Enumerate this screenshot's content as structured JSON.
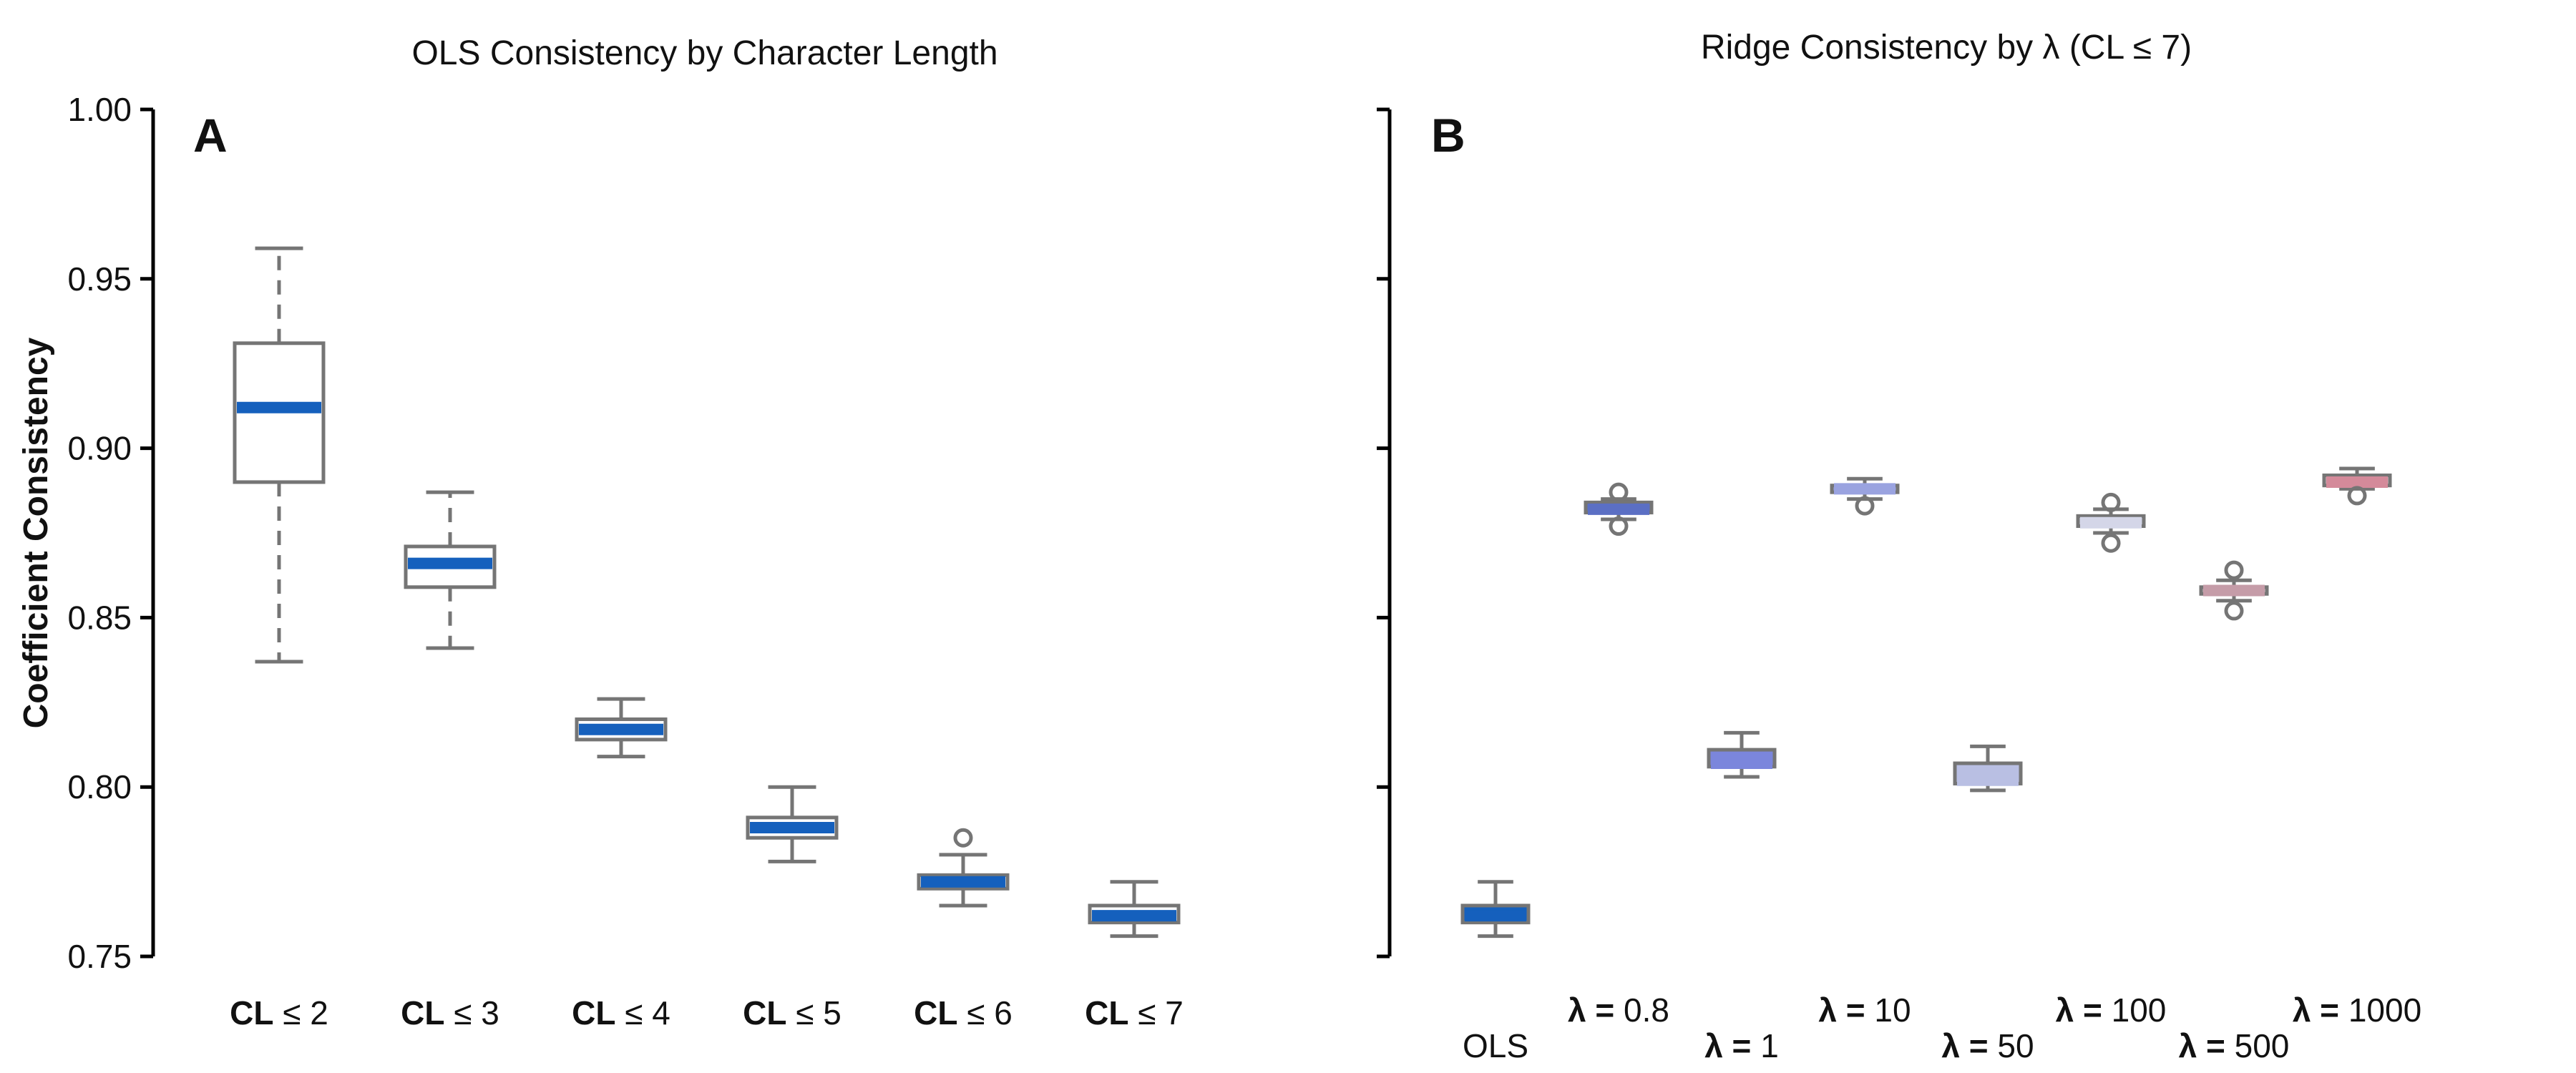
{
  "chart_data": [
    {
      "panel": "A",
      "type": "box",
      "title": "OLS Consistency by Character Length",
      "xlabel": "",
      "ylabel": "Coefficient Consistency",
      "ylim": [
        0.75,
        1.0
      ],
      "yticks": [
        "0.75",
        "0.80",
        "0.85",
        "0.90",
        "0.95",
        "1.00"
      ],
      "colors": {
        "median": "#1560bd",
        "box_edge": "#757575",
        "box_fill": "#ffffff"
      },
      "categories": [
        {
          "bold": "CL",
          "rest": " ≤  2"
        },
        {
          "bold": "CL",
          "rest": " ≤  3"
        },
        {
          "bold": "CL",
          "rest": " ≤  4"
        },
        {
          "bold": "CL",
          "rest": " ≤  5"
        },
        {
          "bold": "CL",
          "rest": " ≤  6"
        },
        {
          "bold": "CL",
          "rest": " ≤  7"
        }
      ],
      "boxes": [
        {
          "whisker_low": 0.837,
          "q1": 0.89,
          "median": 0.912,
          "q3": 0.931,
          "whisker_high": 0.959,
          "outliers": [],
          "fill": "#ffffff",
          "dashed": true
        },
        {
          "whisker_low": 0.841,
          "q1": 0.859,
          "median": 0.866,
          "q3": 0.871,
          "whisker_high": 0.887,
          "outliers": [],
          "fill": "#ffffff",
          "dashed": true
        },
        {
          "whisker_low": 0.809,
          "q1": 0.814,
          "median": 0.817,
          "q3": 0.82,
          "whisker_high": 0.826,
          "outliers": [],
          "fill": "#ffffff",
          "dashed": false
        },
        {
          "whisker_low": 0.778,
          "q1": 0.785,
          "median": 0.788,
          "q3": 0.791,
          "whisker_high": 0.8,
          "outliers": [],
          "fill": "#ffffff",
          "dashed": false
        },
        {
          "whisker_low": 0.765,
          "q1": 0.77,
          "median": 0.772,
          "q3": 0.774,
          "whisker_high": 0.78,
          "outliers": [
            0.785
          ],
          "fill": "#ffffff",
          "dashed": false
        },
        {
          "whisker_low": 0.756,
          "q1": 0.76,
          "median": 0.762,
          "q3": 0.765,
          "whisker_high": 0.772,
          "outliers": [],
          "fill": "#ffffff",
          "dashed": false
        }
      ]
    },
    {
      "panel": "B",
      "type": "box",
      "title": "Ridge Consistency by  λ (CL ≤  7)",
      "xlabel": "",
      "ylabel": "",
      "ylim": [
        0.75,
        1.0
      ],
      "colors": {
        "box_edge": "#757575"
      },
      "categories": [
        {
          "bold": "",
          "rest": "OLS",
          "row": 1
        },
        {
          "bold": "λ = ",
          "rest": "0.8",
          "row": 0
        },
        {
          "bold": "λ = ",
          "rest": "1",
          "row": 1
        },
        {
          "bold": "λ = ",
          "rest": "10",
          "row": 0
        },
        {
          "bold": "λ = ",
          "rest": "50",
          "row": 1
        },
        {
          "bold": "λ = ",
          "rest": "100",
          "row": 0
        },
        {
          "bold": "λ = ",
          "rest": "500",
          "row": 1
        },
        {
          "bold": "λ = ",
          "rest": "1000",
          "row": 0
        }
      ],
      "boxes": [
        {
          "whisker_low": 0.756,
          "q1": 0.76,
          "median": 0.762,
          "q3": 0.765,
          "whisker_high": 0.772,
          "outliers": [],
          "fill": "#1560bd",
          "median_color": "#1560bd"
        },
        {
          "whisker_low": 0.879,
          "q1": 0.881,
          "median": 0.882,
          "q3": 0.884,
          "whisker_high": 0.885,
          "outliers": [
            0.877,
            0.887
          ],
          "fill": "#5b6fc4",
          "median_color": "#5b6fc4"
        },
        {
          "whisker_low": 0.803,
          "q1": 0.806,
          "median": 0.807,
          "q3": 0.811,
          "whisker_high": 0.816,
          "outliers": [],
          "fill": "#7b86dc",
          "median_color": "#7b86dc"
        },
        {
          "whisker_low": 0.885,
          "q1": 0.887,
          "median": 0.888,
          "q3": 0.889,
          "whisker_high": 0.891,
          "outliers": [
            0.883
          ],
          "fill": "#9aa3e0",
          "median_color": "#9aa3e0"
        },
        {
          "whisker_low": 0.799,
          "q1": 0.801,
          "median": 0.802,
          "q3": 0.807,
          "whisker_high": 0.812,
          "outliers": [],
          "fill": "#b9bfe3",
          "median_color": "#b9bfe3"
        },
        {
          "whisker_low": 0.875,
          "q1": 0.877,
          "median": 0.878,
          "q3": 0.88,
          "whisker_high": 0.882,
          "outliers": [
            0.872,
            0.884
          ],
          "fill": "#d4d6e8",
          "median_color": "#d4d6e8"
        },
        {
          "whisker_low": 0.855,
          "q1": 0.857,
          "median": 0.858,
          "q3": 0.859,
          "whisker_high": 0.861,
          "outliers": [
            0.852,
            0.864
          ],
          "fill": "#dcc8d0",
          "median_color": "#c59ca8"
        },
        {
          "whisker_low": 0.888,
          "q1": 0.889,
          "median": 0.89,
          "q3": 0.892,
          "whisker_high": 0.894,
          "outliers": [
            0.886
          ],
          "fill": "#e8d0d6",
          "median_color": "#d48a9a"
        }
      ]
    }
  ]
}
